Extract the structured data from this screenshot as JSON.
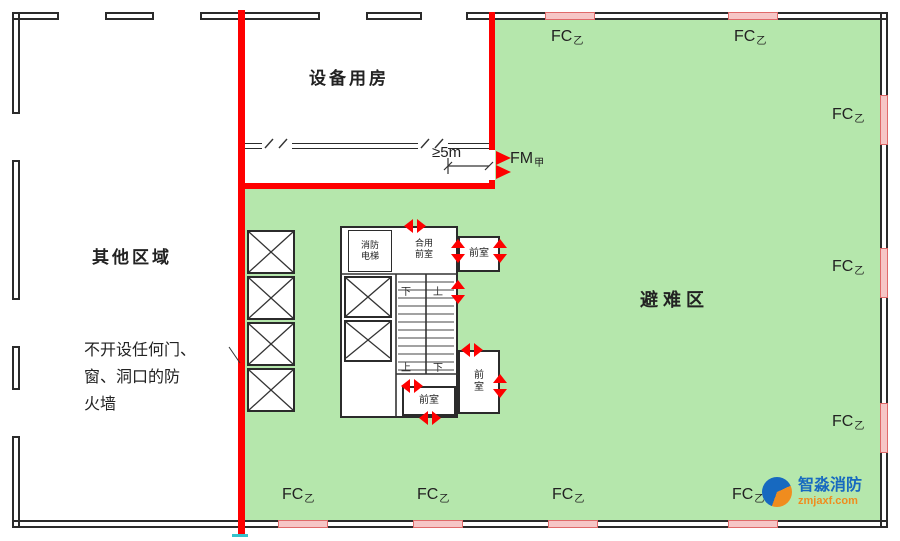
{
  "areas": {
    "equipment_room": "设备用房",
    "other_area": "其他区域",
    "refuge_area": "避难区"
  },
  "note": {
    "line1": "不开设任何门、",
    "line2": "窗、洞口的防",
    "line3": "火墙"
  },
  "dimension": {
    "value": "≥5m"
  },
  "door_label": {
    "main": "FM",
    "sub": "甲"
  },
  "window_label": {
    "main": "FC",
    "sub": "乙"
  },
  "core": {
    "fire_elevator_line1": "消防",
    "fire_elevator_line2": "电梯",
    "shared_lobby_line1": "合用",
    "shared_lobby_line2": "前室",
    "lobby": "前室",
    "lobby_char1": "前",
    "lobby_char2": "室",
    "up": "上",
    "down": "下"
  },
  "watermark": {
    "brand": "智淼消防",
    "site": "zmjaxf.com"
  },
  "colors": {
    "green": "#b5e7ac",
    "red": "#fe0000",
    "winfill": "#f6c6c6",
    "winborder": "#e06a6a",
    "wall": "#2b2b2b",
    "blue": "#1769c0",
    "orange": "#f08c1e"
  }
}
